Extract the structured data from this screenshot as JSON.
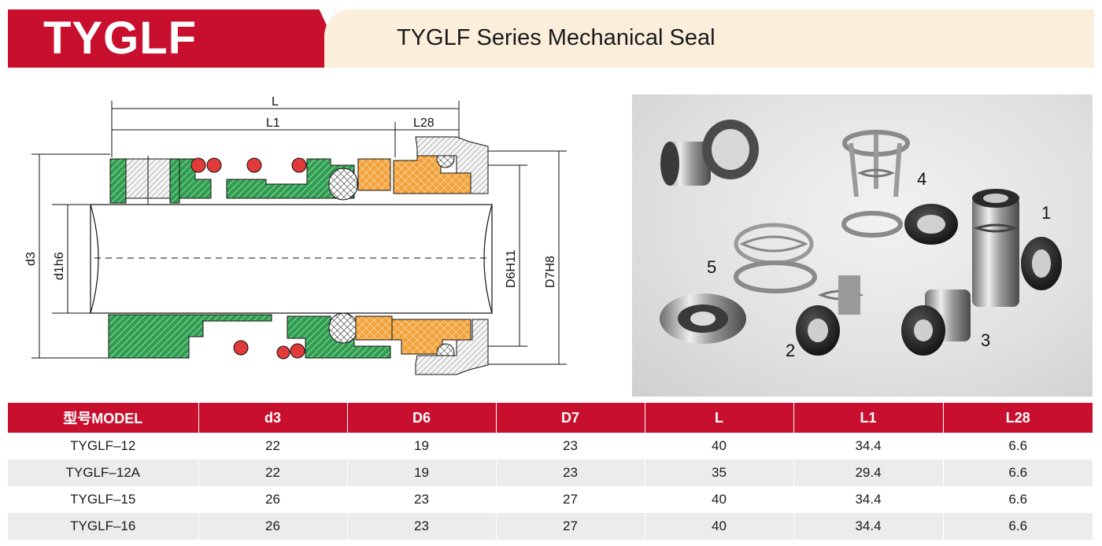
{
  "header": {
    "brand": "TYGLF",
    "title": "TYGLF Series Mechanical Seal",
    "accent_color": "#c8102e",
    "band_color": "#fbeedb"
  },
  "drawing": {
    "dimensions": {
      "L": "L",
      "L1": "L1",
      "L28": "L28",
      "d3": "d3",
      "d1h6": "d1h6",
      "D6H11": "D6H11",
      "D7H8": "D7H8"
    },
    "part_colors": {
      "stationary": "#2e9e4f",
      "seat": "#f2a23a",
      "spring": "#e03a3a"
    }
  },
  "photo": {
    "labels": [
      "1",
      "2",
      "3",
      "4",
      "5"
    ]
  },
  "table": {
    "headers": [
      "型号MODEL",
      "d3",
      "D6",
      "D7",
      "L",
      "L1",
      "L28"
    ],
    "rows": [
      [
        "TYGLF–12",
        "22",
        "19",
        "23",
        "40",
        "34.4",
        "6.6"
      ],
      [
        "TYGLF–12A",
        "22",
        "19",
        "23",
        "35",
        "29.4",
        "6.6"
      ],
      [
        "TYGLF–15",
        "26",
        "23",
        "27",
        "40",
        "34.4",
        "6.6"
      ],
      [
        "TYGLF–16",
        "26",
        "23",
        "27",
        "40",
        "34.4",
        "6.6"
      ]
    ]
  }
}
